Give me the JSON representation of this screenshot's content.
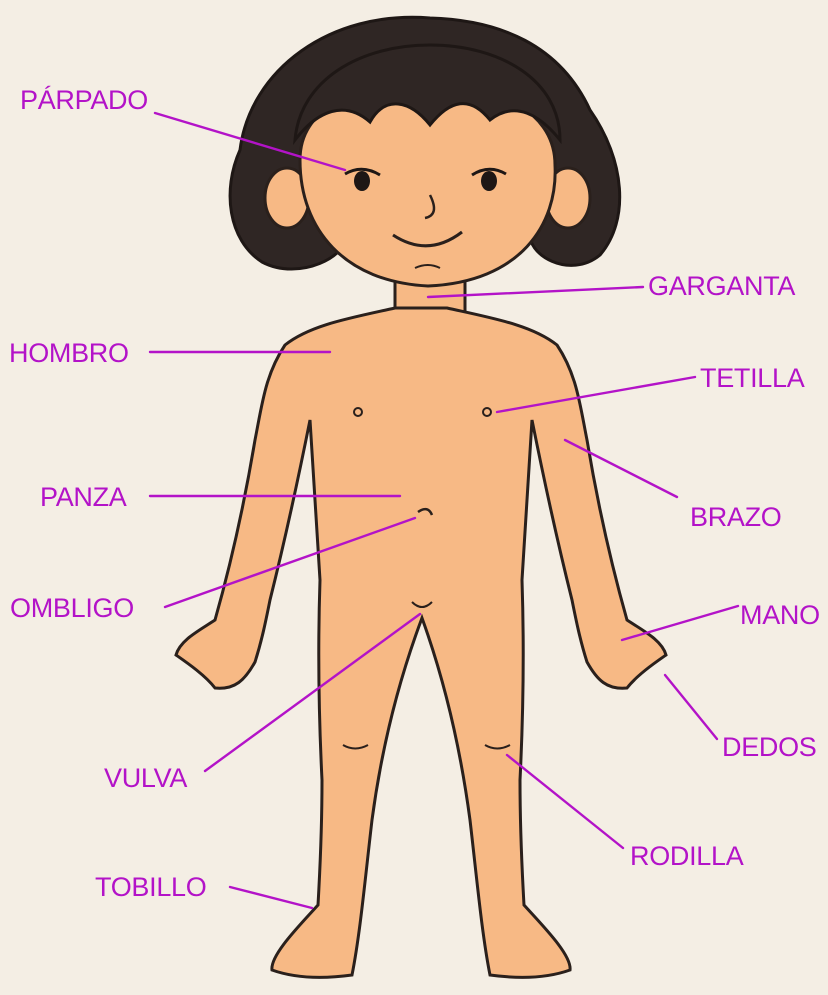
{
  "labels": {
    "parpado": "PÁRPADO",
    "garganta": "GARGANTA",
    "hombro": "HOMBRO",
    "tetilla": "TETILLA",
    "panza": "PANZA",
    "brazo": "BRAZO",
    "ombligo": "OMBLIGO",
    "mano": "MANO",
    "dedos": "DEDOS",
    "vulva": "VULVA",
    "rodilla": "RODILLA",
    "tobillo": "TOBILLO"
  },
  "colors": {
    "label": "#b313c8",
    "background": "#f4eee4",
    "skin": "#f7b985",
    "hair": "#2f2624",
    "outline": "#2a201c"
  }
}
